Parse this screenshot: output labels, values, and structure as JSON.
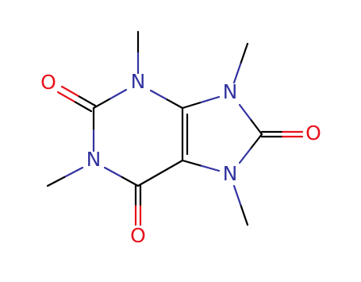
{
  "molecule": {
    "atom_labels": {
      "n1": "N",
      "n3": "N",
      "n7": "N",
      "n9": "N",
      "o2": "O",
      "o6": "O",
      "o8": "O"
    },
    "colors": {
      "bond": "#000000",
      "nitrogen": "#3333a0",
      "oxygen": "#e8111a"
    }
  }
}
